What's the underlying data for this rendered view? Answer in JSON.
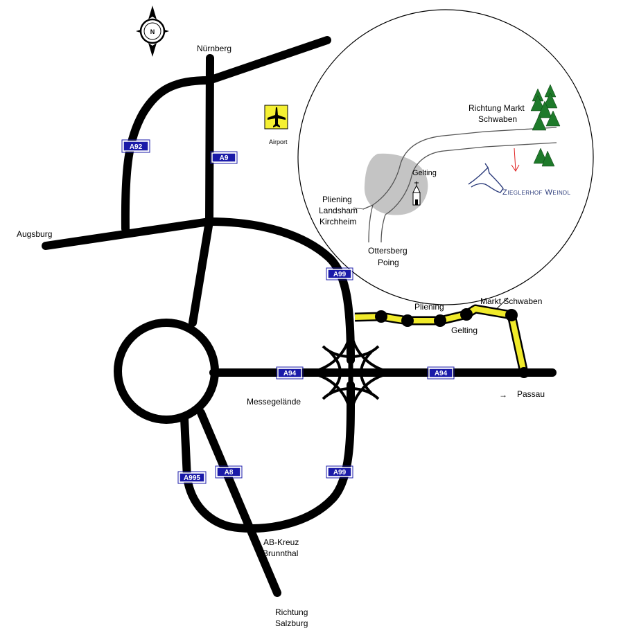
{
  "compass": {
    "north_label": "N"
  },
  "cities": {
    "nuernberg": "Nürnberg",
    "augsburg": "Augsburg",
    "messegelaende": "Messegelände",
    "passau": "Passau",
    "ab_kreuz_line1": "AB-Kreuz",
    "ab_kreuz_line2": "Brunnthal",
    "richtung_salzburg_line1": "Richtung",
    "richtung_salzburg_line2": "Salzburg"
  },
  "airport_label": "Airport",
  "passau_arrow": "→",
  "shields": {
    "a92": "A92",
    "a9": "A9",
    "a99_top": "A99",
    "a94_left": "A94",
    "a94_right": "A94",
    "a99_bottom": "A99",
    "a995": "A995",
    "a8": "A8"
  },
  "route_stops": {
    "pliening": "Pliening",
    "gelting": "Gelting",
    "markt_schwaben": "Markt Schwaben"
  },
  "inset": {
    "richtung_line1": "Richtung Markt",
    "richtung_line2": "Schwaben",
    "gelting": "Gelting",
    "pliening": "Pliening",
    "landsham": "Landsham",
    "kirchheim": "Kirchheim",
    "ottersberg": "Ottersberg",
    "poing": "Poing",
    "farm_name": "Zieglerhof Weindl"
  },
  "colors": {
    "road": "#000000",
    "route_highlight": "#f0ea2a",
    "shield_fill": "#1a1aa8",
    "airport_icon_bg": "#f5f032",
    "village_area": "#c4c4c4",
    "tree": "#1e7a2a",
    "marker_arrow": "#e02020",
    "horse_logo": "#2a3a7a"
  }
}
